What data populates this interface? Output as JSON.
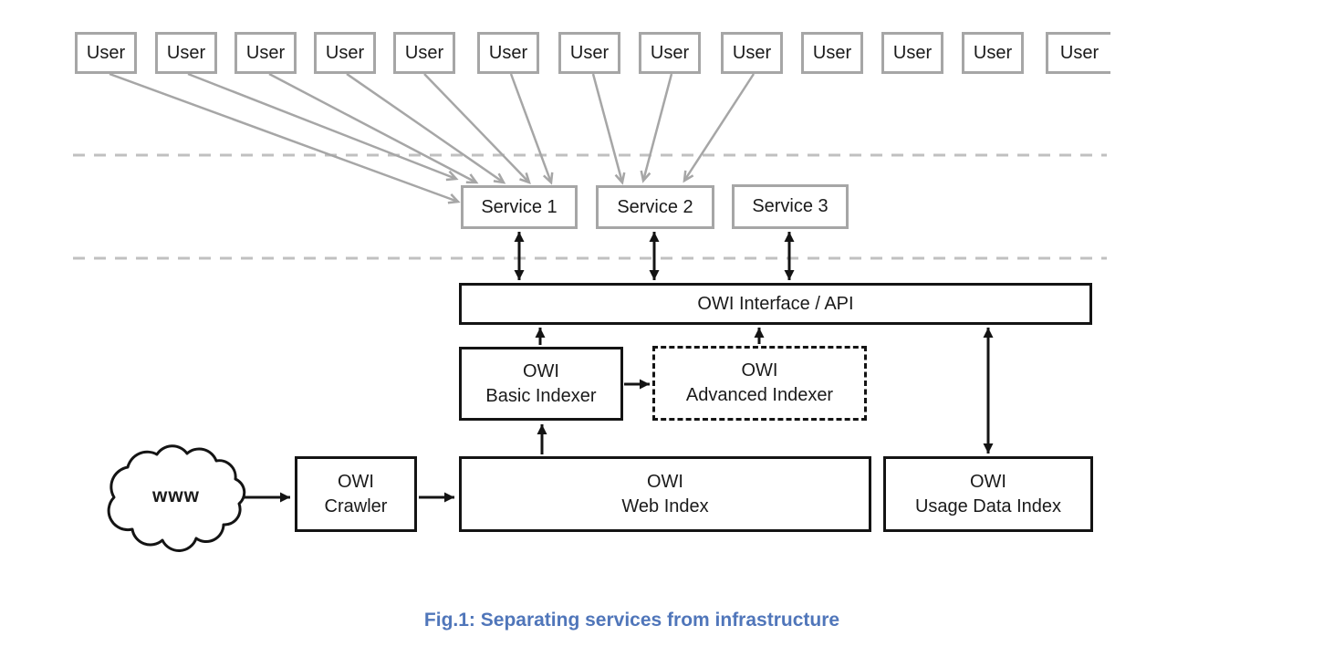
{
  "labels": {
    "user": "User",
    "services": [
      "Service 1",
      "Service 2",
      "Service 3"
    ],
    "interface_api": "OWI Interface / API",
    "basic_indexer": {
      "line1": "OWI",
      "line2": "Basic Indexer"
    },
    "advanced_indexer": {
      "line1": "OWI",
      "line2": "Advanced Indexer"
    },
    "crawler": {
      "line1": "OWI",
      "line2": "Crawler"
    },
    "web_index": {
      "line1": "OWI",
      "line2": "Web Index"
    },
    "usage_data_index": {
      "line1": "OWI",
      "line2": "Usage Data Index"
    },
    "www": "www"
  },
  "caption": "Fig.1: Separating services from infrastructure",
  "user_count": 13,
  "colors": {
    "user_service_border": "#a6a6a6",
    "connector_gray": "#a6a6a6",
    "divider_dash_gray": "#c0c0c0",
    "infrastructure_border": "#141414",
    "connector_black": "#141414",
    "caption_blue": "#5076ba",
    "text": "#1a1a1a",
    "background": "#ffffff"
  }
}
